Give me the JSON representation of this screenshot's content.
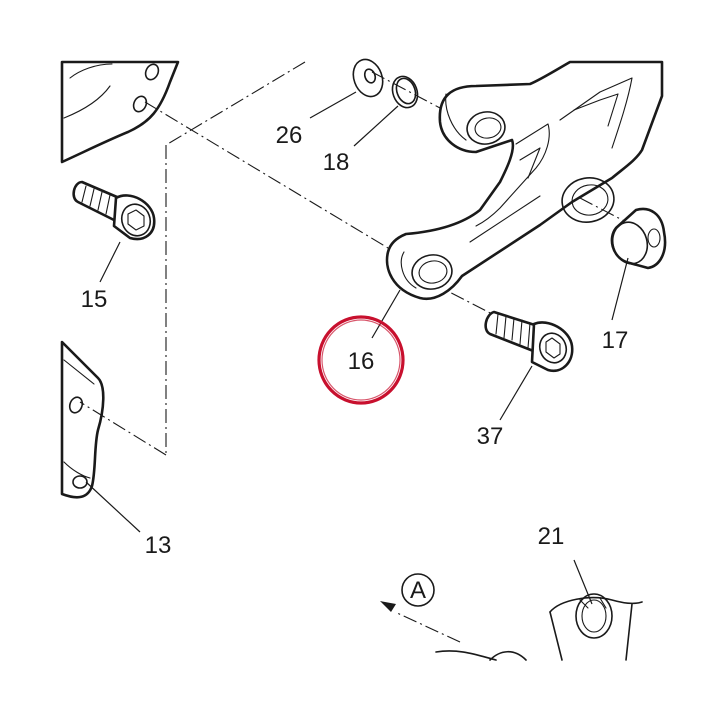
{
  "diagram": {
    "callouts": [
      {
        "id": "13",
        "label": "13"
      },
      {
        "id": "15",
        "label": "15"
      },
      {
        "id": "16",
        "label": "16",
        "highlighted": true
      },
      {
        "id": "17",
        "label": "17"
      },
      {
        "id": "18",
        "label": "18"
      },
      {
        "id": "21",
        "label": "21"
      },
      {
        "id": "26",
        "label": "26"
      },
      {
        "id": "37",
        "label": "37"
      }
    ],
    "view_marker": {
      "label": "A"
    },
    "highlight_color": "#c8102e",
    "line_color": "#1a1a1a"
  }
}
